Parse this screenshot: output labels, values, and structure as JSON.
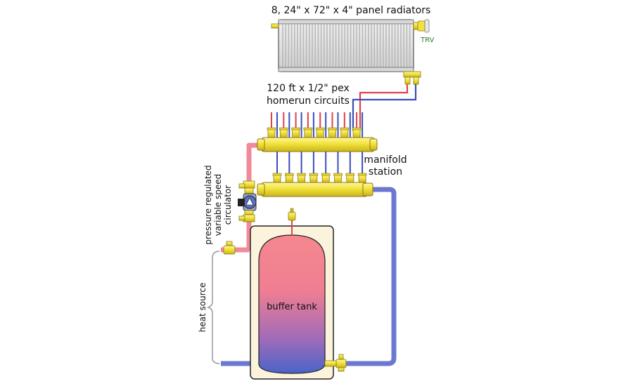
{
  "labels": {
    "radiators": "8, 24\" x 72\" x 4\" panel radiators",
    "trv": "TRV",
    "homerun_line1": "120 ft x 1/2\" pex",
    "homerun_line2": "homerun circuits",
    "manifold_line1": "manifold",
    "manifold_line2": "station",
    "circulator_line1": "pressure regulated",
    "circulator_line2": "variable speed",
    "circulator_line3": "circulator",
    "buffer_tank": "buffer tank",
    "heat_source": "heat source"
  },
  "colors": {
    "supply": "#e0404a",
    "supply_light": "#f08a98",
    "return": "#3650b8",
    "return_light": "#6c78d0",
    "brass": "#f2e23a",
    "brass_outline": "#8a7a10",
    "radiator_body": "#e4e4e4",
    "radiator_fin": "#b8b8b8",
    "tank_jacket": "#fbf3dc",
    "tank_top": "#f4888e",
    "tank_bottom": "#4a64c8",
    "trv_label": "#2e7d32",
    "circulator": "#5a6fc0"
  },
  "counts": {
    "homerun_circuits": 8,
    "radiators": 8
  }
}
